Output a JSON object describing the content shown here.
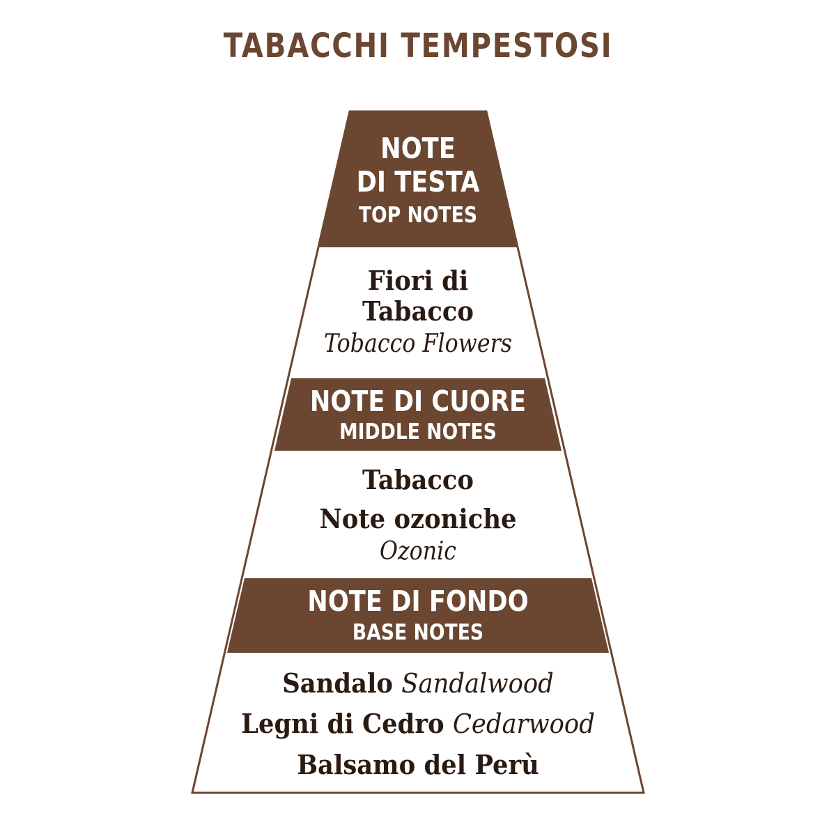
{
  "title": "TABACCHI TEMPESTOSI",
  "colors": {
    "brown": "#6b4630",
    "text_dark": "#2a1a10",
    "outline": "#6b4630",
    "background": "#ffffff"
  },
  "pyramid": {
    "top": {
      "heading_it_line1": "NOTE",
      "heading_it_line2": "DI TESTA",
      "heading_en": "TOP NOTES",
      "notes": [
        {
          "it": "Fiori di"
        },
        {
          "it": "Tabacco"
        }
      ],
      "translation": "Tobacco Flowers"
    },
    "middle": {
      "heading_it": "NOTE DI CUORE",
      "heading_en": "MIDDLE NOTES",
      "notes": [
        {
          "it": "Tabacco"
        },
        {
          "it": "Note ozoniche"
        }
      ],
      "translation": "Ozonic"
    },
    "base": {
      "heading_it": "NOTE DI FONDO",
      "heading_en": "BASE NOTES",
      "notes": [
        {
          "it": "Sandalo",
          "en": "Sandalwood"
        },
        {
          "it": "Legni di Cedro",
          "en": "Cedarwood"
        },
        {
          "it": "Balsamo del Perù",
          "en": ""
        }
      ]
    }
  }
}
